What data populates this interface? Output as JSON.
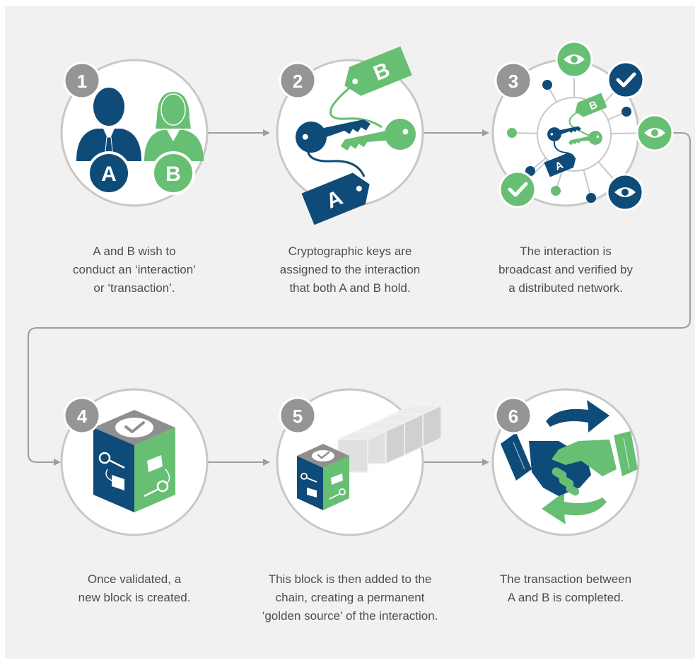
{
  "colors": {
    "panel_bg": "#f1f1f1",
    "circle_border": "#c8c8c8",
    "badge": "#959595",
    "navy": "#0f4b78",
    "green": "#67bf73",
    "connector": "#9d9d9d",
    "caption_text": "#4d4d4d",
    "block_grey": "#e0e0e0"
  },
  "steps": [
    {
      "number": "1",
      "icon": "two-people-a-b-icon",
      "avatar_a": "A",
      "avatar_b": "B",
      "caption": [
        "A and B wish to",
        "conduct an ‘interaction’",
        "or ‘transaction’."
      ]
    },
    {
      "number": "2",
      "icon": "cryptographic-keys-icon",
      "tag_a": "A",
      "tag_b": "B",
      "caption": [
        "Cryptographic keys are",
        "assigned to the interaction",
        "that both A and B hold."
      ]
    },
    {
      "number": "3",
      "icon": "distributed-network-icon",
      "tag_a": "A",
      "tag_b": "B",
      "caption": [
        "The interaction is",
        "broadcast and verified by",
        "a distributed network."
      ]
    },
    {
      "number": "4",
      "icon": "validated-block-icon",
      "caption": [
        "Once validated, a",
        "new block is created."
      ]
    },
    {
      "number": "5",
      "icon": "blockchain-icon",
      "caption": [
        "This block is then added to the",
        "chain, creating a permanent",
        "‘golden source’ of the interaction."
      ]
    },
    {
      "number": "6",
      "icon": "handshake-icon",
      "caption": [
        "The transaction between",
        "A and B is completed."
      ]
    }
  ]
}
